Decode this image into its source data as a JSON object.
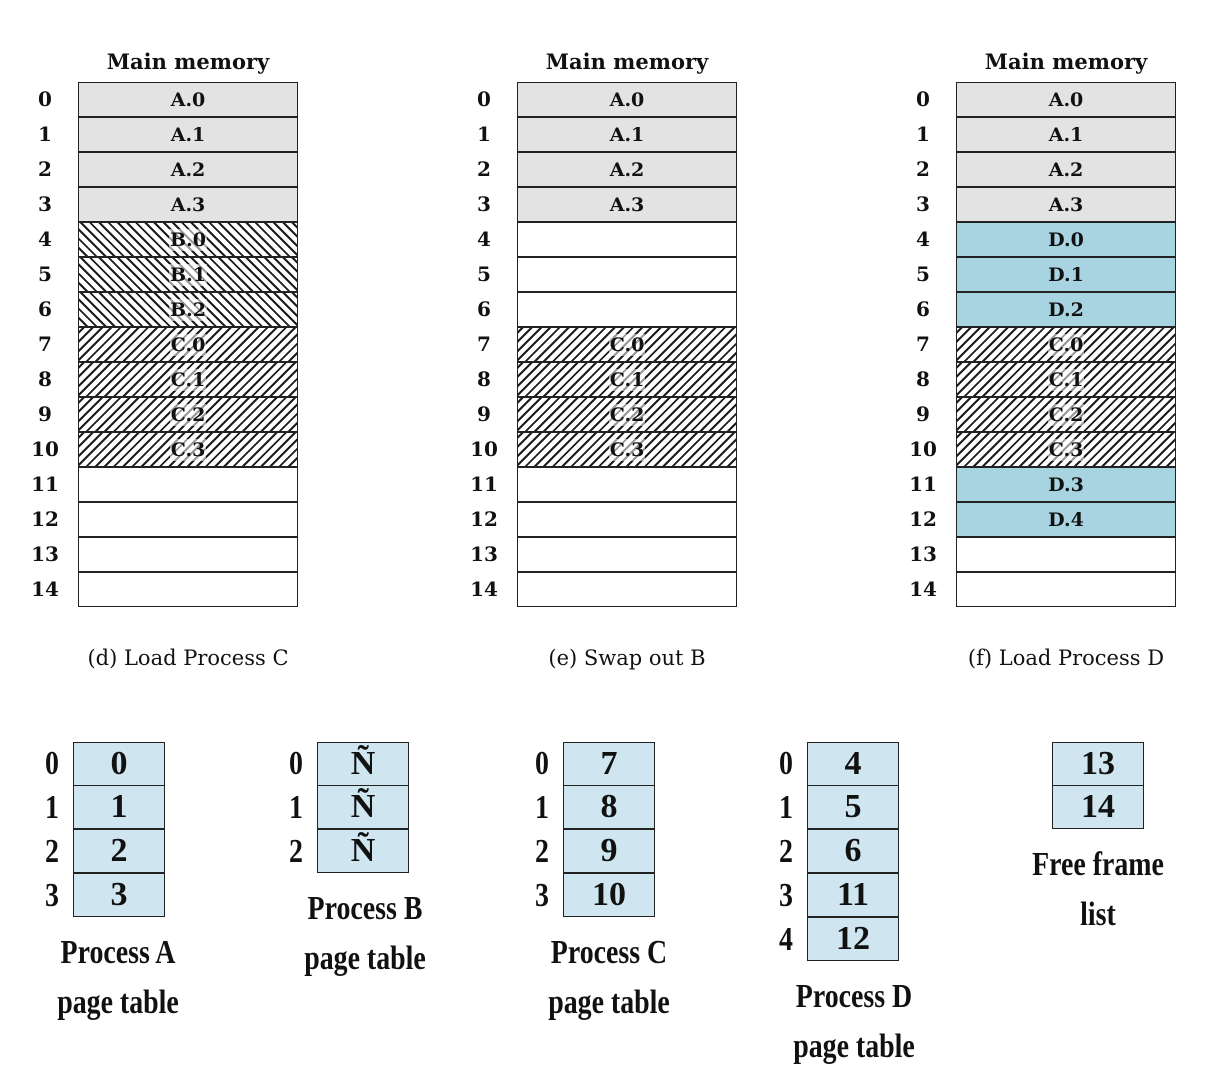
{
  "memory_views": [
    {
      "title": "Main memory",
      "caption": "(d) Load Process C",
      "frames": [
        {
          "index": "0",
          "label": "A.0",
          "fill": "a"
        },
        {
          "index": "1",
          "label": "A.1",
          "fill": "a"
        },
        {
          "index": "2",
          "label": "A.2",
          "fill": "a"
        },
        {
          "index": "3",
          "label": "A.3",
          "fill": "a"
        },
        {
          "index": "4",
          "label": "B.0",
          "fill": "b"
        },
        {
          "index": "5",
          "label": "B.1",
          "fill": "b"
        },
        {
          "index": "6",
          "label": "B.2",
          "fill": "b"
        },
        {
          "index": "7",
          "label": "C.0",
          "fill": "c"
        },
        {
          "index": "8",
          "label": "C.1",
          "fill": "c"
        },
        {
          "index": "9",
          "label": "C.2",
          "fill": "c"
        },
        {
          "index": "10",
          "label": "C.3",
          "fill": "c"
        },
        {
          "index": "11",
          "label": "",
          "fill": "empty"
        },
        {
          "index": "12",
          "label": "",
          "fill": "empty"
        },
        {
          "index": "13",
          "label": "",
          "fill": "empty"
        },
        {
          "index": "14",
          "label": "",
          "fill": "empty"
        }
      ]
    },
    {
      "title": "Main memory",
      "caption": "(e) Swap out B",
      "frames": [
        {
          "index": "0",
          "label": "A.0",
          "fill": "a"
        },
        {
          "index": "1",
          "label": "A.1",
          "fill": "a"
        },
        {
          "index": "2",
          "label": "A.2",
          "fill": "a"
        },
        {
          "index": "3",
          "label": "A.3",
          "fill": "a"
        },
        {
          "index": "4",
          "label": "",
          "fill": "empty"
        },
        {
          "index": "5",
          "label": "",
          "fill": "empty"
        },
        {
          "index": "6",
          "label": "",
          "fill": "empty"
        },
        {
          "index": "7",
          "label": "C.0",
          "fill": "c"
        },
        {
          "index": "8",
          "label": "C.1",
          "fill": "c"
        },
        {
          "index": "9",
          "label": "C.2",
          "fill": "c"
        },
        {
          "index": "10",
          "label": "C.3",
          "fill": "c"
        },
        {
          "index": "11",
          "label": "",
          "fill": "empty"
        },
        {
          "index": "12",
          "label": "",
          "fill": "empty"
        },
        {
          "index": "13",
          "label": "",
          "fill": "empty"
        },
        {
          "index": "14",
          "label": "",
          "fill": "empty"
        }
      ]
    },
    {
      "title": "Main memory",
      "caption": "(f) Load Process D",
      "frames": [
        {
          "index": "0",
          "label": "A.0",
          "fill": "a"
        },
        {
          "index": "1",
          "label": "A.1",
          "fill": "a"
        },
        {
          "index": "2",
          "label": "A.2",
          "fill": "a"
        },
        {
          "index": "3",
          "label": "A.3",
          "fill": "a"
        },
        {
          "index": "4",
          "label": "D.0",
          "fill": "d"
        },
        {
          "index": "5",
          "label": "D.1",
          "fill": "d"
        },
        {
          "index": "6",
          "label": "D.2",
          "fill": "d"
        },
        {
          "index": "7",
          "label": "C.0",
          "fill": "c"
        },
        {
          "index": "8",
          "label": "C.1",
          "fill": "c"
        },
        {
          "index": "9",
          "label": "C.2",
          "fill": "c"
        },
        {
          "index": "10",
          "label": "C.3",
          "fill": "c"
        },
        {
          "index": "11",
          "label": "D.3",
          "fill": "d"
        },
        {
          "index": "12",
          "label": "D.4",
          "fill": "d"
        },
        {
          "index": "13",
          "label": "",
          "fill": "empty"
        },
        {
          "index": "14",
          "label": "",
          "fill": "empty"
        }
      ]
    }
  ],
  "page_tables": [
    {
      "label_line1": "Process A",
      "label_line2": "page table",
      "entries": [
        {
          "page": "0",
          "frame": "0"
        },
        {
          "page": "1",
          "frame": "1"
        },
        {
          "page": "2",
          "frame": "2"
        },
        {
          "page": "3",
          "frame": "3"
        }
      ]
    },
    {
      "label_line1": "Process B",
      "label_line2": "page table",
      "entries": [
        {
          "page": "0",
          "frame": "Ñ"
        },
        {
          "page": "1",
          "frame": "Ñ"
        },
        {
          "page": "2",
          "frame": "Ñ"
        }
      ]
    },
    {
      "label_line1": "Process C",
      "label_line2": "page table",
      "entries": [
        {
          "page": "0",
          "frame": "7"
        },
        {
          "page": "1",
          "frame": "8"
        },
        {
          "page": "2",
          "frame": "9"
        },
        {
          "page": "3",
          "frame": "10"
        }
      ]
    },
    {
      "label_line1": "Process D",
      "label_line2": "page table",
      "entries": [
        {
          "page": "0",
          "frame": "4"
        },
        {
          "page": "1",
          "frame": "5"
        },
        {
          "page": "2",
          "frame": "6"
        },
        {
          "page": "3",
          "frame": "11"
        },
        {
          "page": "4",
          "frame": "12"
        }
      ]
    }
  ],
  "free_frame_list": {
    "label_line1": "Free frame",
    "label_line2": "list",
    "frames": [
      "13",
      "14"
    ]
  },
  "colors": {
    "process_a_fill": "#e3e3e3",
    "process_d_fill": "#a8d4e2",
    "page_table_fill": "#cfe6f0",
    "hatch": "#1c1c1c"
  }
}
